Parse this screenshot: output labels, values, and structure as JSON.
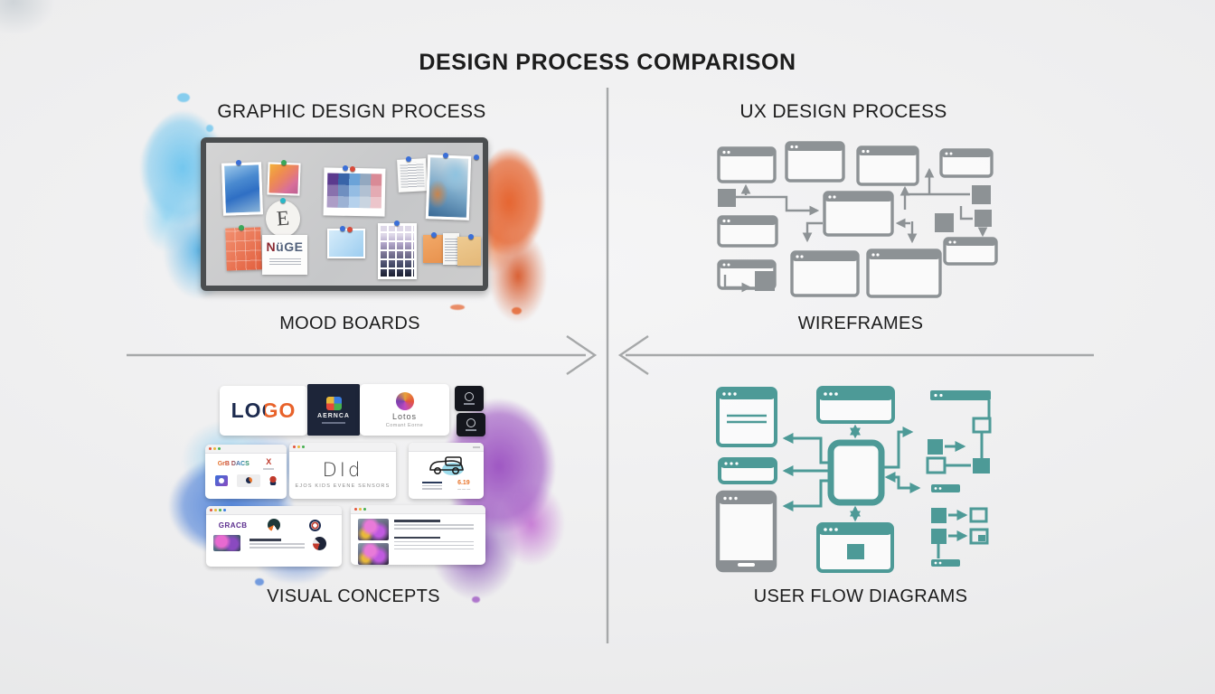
{
  "title": "DESIGN PROCESS COMPARISON",
  "graphic_design": {
    "header": "GRAPHIC DESIGN PROCESS",
    "moodboard_caption": "MOOD BOARDS",
    "concepts_caption": "VISUAL CONCEPTS",
    "moodboard": {
      "letter_sticker": "E",
      "typography_card": "NüGE"
    },
    "concepts": {
      "logo_wordmark": "LOGO",
      "brand_aernca": "AERNCA",
      "brand_lotos": "Lotos",
      "brand_lotos_sub": "Comant Eorne",
      "brand_dia": "DId",
      "brand_dia_sub": "Ejos kids evene sensors",
      "brand_grb": "GrB DACS",
      "brand_x": "X",
      "brand_gracb": "GRACB",
      "price_tag": "6.19"
    }
  },
  "ux_design": {
    "header": "UX DESIGN PROCESS",
    "wireframes_caption": "WIREFRAMES",
    "userflow_caption": "USER FLOW DIAGRAMS"
  },
  "colors": {
    "background": "#ededee",
    "text": "#1c1c1c",
    "divider": "#a6a8a9",
    "wireframe_gray": "#8d9295",
    "flow_teal": "#4d9a97",
    "flow_gray": "#8a8f93",
    "splash_sky": "#7cc9ec",
    "splash_orange": "#e4602a",
    "splash_blue": "#4a7fd8",
    "splash_purple": "#9a4fc0"
  }
}
